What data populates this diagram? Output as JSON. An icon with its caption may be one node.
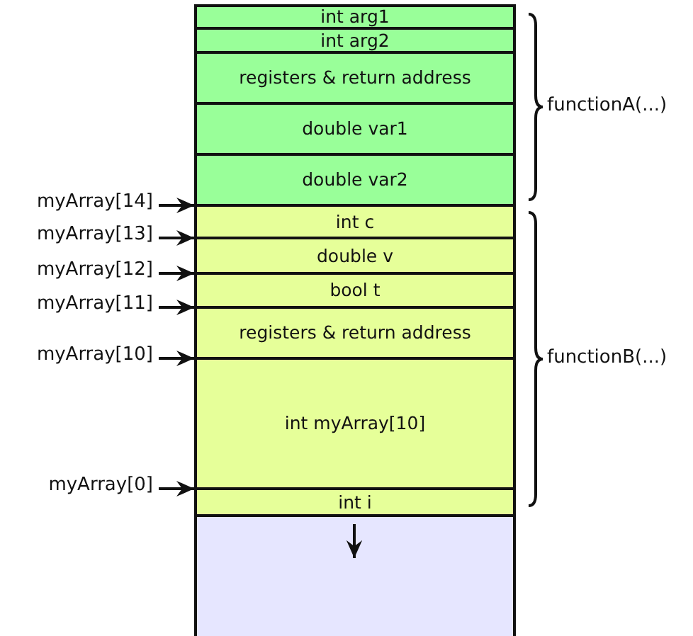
{
  "diagram": {
    "nodes": [
      {
        "text": [
          "int arg1"
        ]
      },
      {
        "text": [
          "int arg2"
        ]
      },
      {
        "text": [
          "registers & return address"
        ]
      },
      {
        "text": [
          "double var1"
        ]
      },
      {
        "text": [
          "double var2"
        ]
      },
      {
        "text": [
          "int c"
        ]
      },
      {
        "text": [
          "double v"
        ]
      },
      {
        "text": [
          "bool t"
        ]
      },
      {
        "text": [
          "registers & return address"
        ]
      },
      {
        "text": [
          "int myArray[10]"
        ]
      },
      {
        "text": [
          "int i"
        ]
      },
      {
        "text": [],
        "shape": "box"
      },
      {
        "text": [
          "myArray[14]"
        ]
      },
      {
        "text": [
          "myArray[13]"
        ]
      },
      {
        "text": [
          "myArray[12]"
        ]
      },
      {
        "text": [
          "myArray[11]"
        ]
      },
      {
        "text": [
          "myArray[10]"
        ]
      },
      {
        "text": [
          "myArray[0]"
        ]
      }
    ],
    "edges": [
      {
        "from": 12,
        "to": 5,
        "arrow": "to"
      },
      {
        "from": 13,
        "to": 6,
        "arrow": "to"
      },
      {
        "from": 14,
        "to": 7,
        "arrow": "to"
      },
      {
        "from": 15,
        "to": 8,
        "arrow": "to"
      },
      {
        "from": 16,
        "to": 9,
        "arrow": "to"
      },
      {
        "from": 17,
        "to": 10,
        "arrow": "to"
      }
    ],
    "labels": [
      "functionA(...)",
      "functionB(...)"
    ]
  }
}
